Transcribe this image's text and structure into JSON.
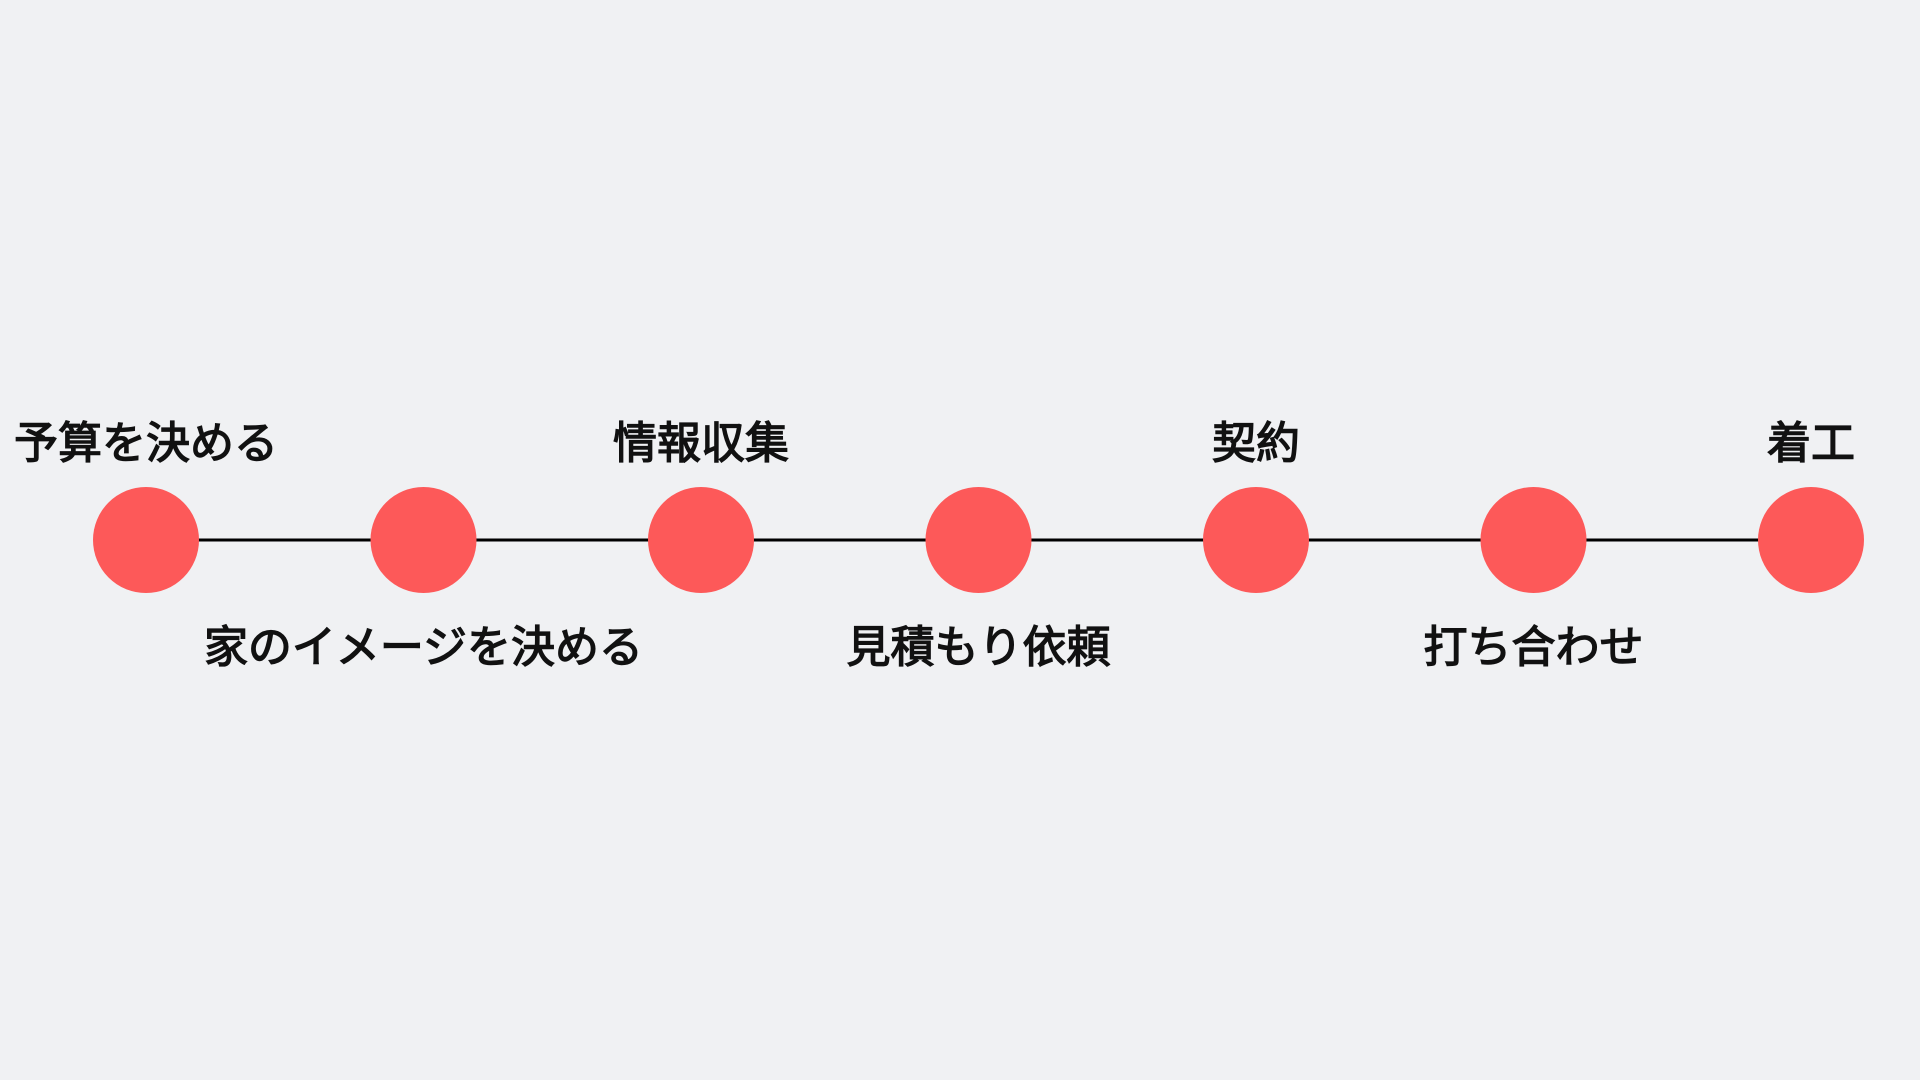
{
  "colors": {
    "background": "#f0f1f3",
    "node": "#fd5959",
    "line": "#000000",
    "text": "#111111"
  },
  "steps": [
    {
      "label": "予算を決める",
      "label_position": "above"
    },
    {
      "label": "家のイメージを決める",
      "label_position": "below"
    },
    {
      "label": "情報収集",
      "label_position": "above"
    },
    {
      "label": "見積もり依頼",
      "label_position": "below"
    },
    {
      "label": "契約",
      "label_position": "above"
    },
    {
      "label": "打ち合わせ",
      "label_position": "below"
    },
    {
      "label": "着工",
      "label_position": "above"
    }
  ]
}
